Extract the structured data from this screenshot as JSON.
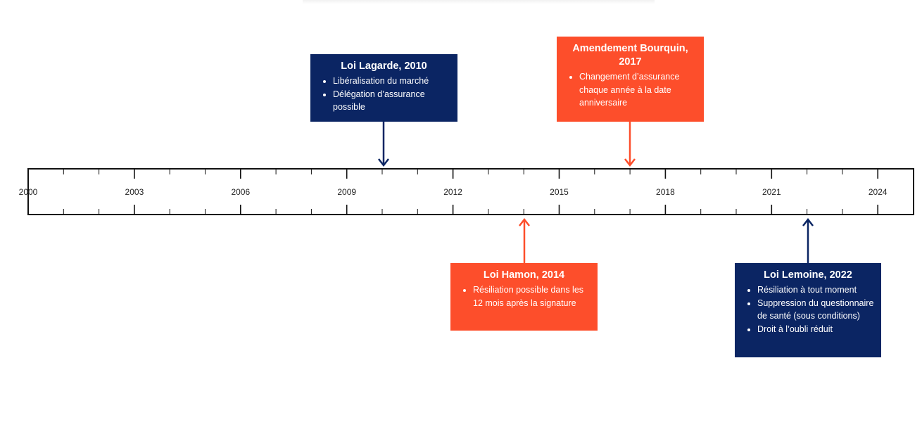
{
  "axis": {
    "years": [
      "2000",
      "2003",
      "2006",
      "2009",
      "2012",
      "2015",
      "2018",
      "2021",
      "2024"
    ]
  },
  "events": [
    {
      "title": "Loi Lagarde, 2010",
      "year": 2010,
      "bullets": [
        "Libéralisation du marché",
        "Délégation d’assurance possible"
      ]
    },
    {
      "title": "Amendement Bourquin, 2017",
      "year": 2017,
      "bullets": [
        "Changement d’assurance chaque année à la date anniversaire"
      ]
    },
    {
      "title": "Loi Hamon, 2014",
      "year": 2014,
      "bullets": [
        "Résiliation possible dans les 12 mois après la signature"
      ]
    },
    {
      "title": "Loi Lemoine, 2022",
      "year": 2022,
      "bullets": [
        "Résiliation à tout moment",
        "Suppression du questionnaire de santé (sous conditions)",
        "Droit à l’oubli réduit"
      ]
    }
  ],
  "colors": {
    "navy": "#0b2563",
    "orange": "#fd4e2b",
    "axis": "#111111"
  }
}
